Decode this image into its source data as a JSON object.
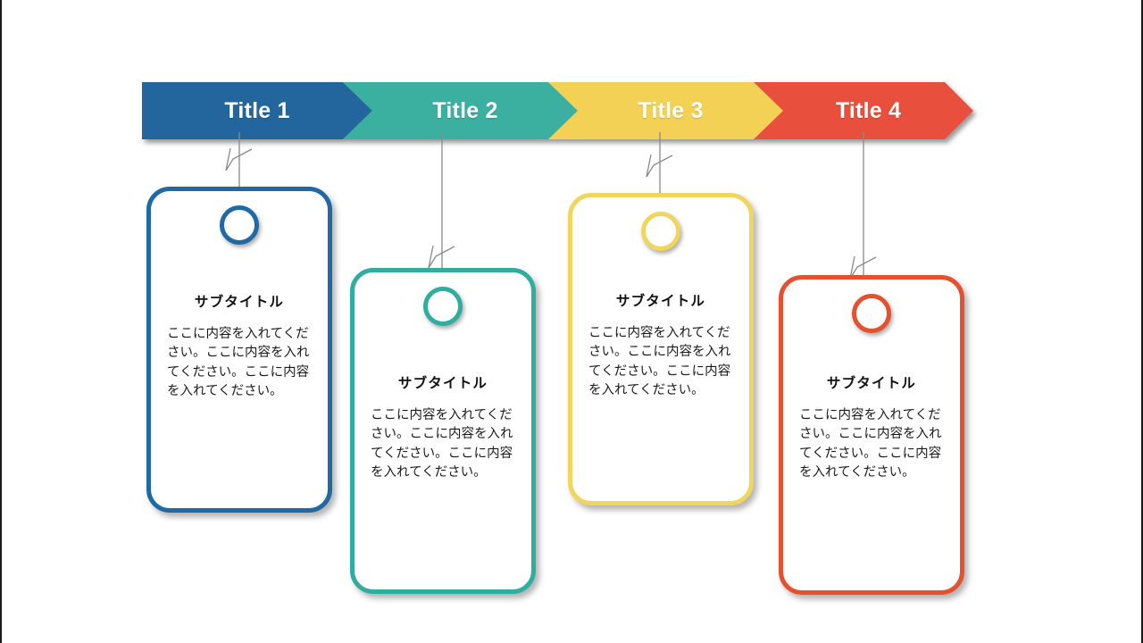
{
  "slide": {
    "background_color": "#FFFFFF",
    "border_color": "#1A1A1A"
  },
  "banner": {
    "type": "chevron-process-banner",
    "segments": [
      {
        "label": "Title 1",
        "color": "#21669D",
        "text_color": "#FFFFFF"
      },
      {
        "label": "Title 2",
        "color": "#3AAFA0",
        "text_color": "#FFFFFF"
      },
      {
        "label": "Title 3",
        "color": "#F2D154",
        "text_color": "#FFFFFF"
      },
      {
        "label": "Title 4",
        "color": "#E9503C",
        "text_color": "#FFFFFF"
      }
    ]
  },
  "cards": [
    {
      "id": "card-1",
      "accent_color": "#1F6AA5",
      "subtitle": "サブタイトル",
      "body": "ここに内容を入れてください。ここに内容を入れてください。ここに内容を入れてください。"
    },
    {
      "id": "card-2",
      "accent_color": "#2FAEA0",
      "subtitle": "サブタイトル",
      "body": "ここに内容を入れてください。ここに内容を入れてください。ここに内容を入れてください。"
    },
    {
      "id": "card-3",
      "accent_color": "#F2D55C",
      "subtitle": "サブタイトル",
      "body": "ここに内容を入れてください。ここに内容を入れてください。ここに内容を入れてください。"
    },
    {
      "id": "card-4",
      "accent_color": "#E5502E",
      "subtitle": "サブタイトル",
      "body": "ここに内容を入れてください。ここに内容を入れてください。ここに内容を入れてください。"
    }
  ],
  "connectors": {
    "line_color": "#8A8A8A",
    "count": 4
  }
}
